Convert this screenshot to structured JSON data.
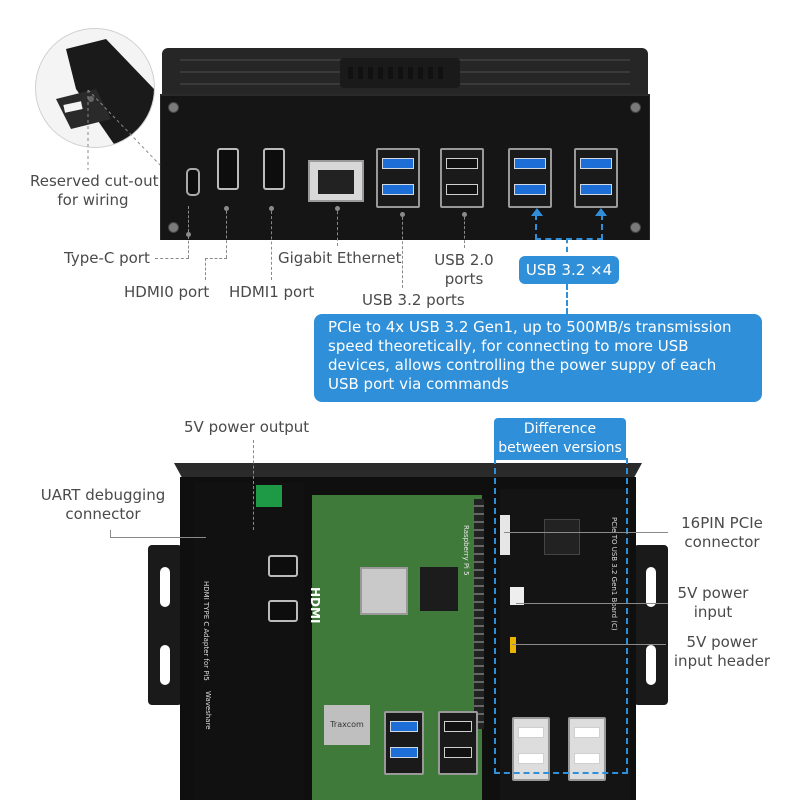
{
  "top_labels": {
    "reserved_cutout": "Reserved cut-out\nfor wiring",
    "type_c": "Type-C port",
    "hdmi0": "HDMI0 port",
    "hdmi1": "HDMI1 port",
    "ethernet": "Gigabit Ethernet",
    "usb20": "USB 2.0\nports",
    "usb32": "USB 3.2 ports",
    "usb32_x4": "USB 3.2 ×4",
    "pcie_desc": "PCIe to 4x USB 3.2 Gen1, up to 500MB/s transmission speed theoretically, for connecting to more USB devices, allows controlling the power suppy of each USB port via commands"
  },
  "bottom_labels": {
    "power_out": "5V power output",
    "uart": "UART debugging\nconnector",
    "difference": "Difference\nbetween versions",
    "pcie16": "16PIN PCIe\nconnector",
    "power_in": "5V power\ninput",
    "power_header": "5V power\ninput header"
  },
  "board_text": {
    "adapter": "HDMI TYPE C Adapter for Pi5",
    "pcie_board": "PCIe TO USB 3.2 Gen1 Board (C)",
    "rpi": "Raspberry Pi 5",
    "hdmi_chip": "HDMI",
    "brand": "Waveshare",
    "eth_chip": "Traxcom"
  },
  "colors": {
    "accent_blue": "#2f8fd8",
    "case_black": "#151515",
    "pcb_green": "#3f7a3a",
    "usb3_blue": "#1e6ed8"
  }
}
